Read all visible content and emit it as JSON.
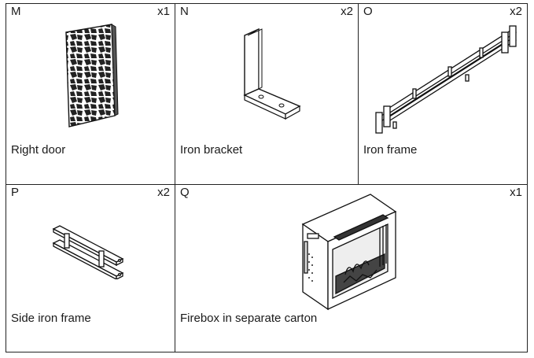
{
  "parts": [
    {
      "letter": "M",
      "qty": "x1",
      "name": "Right door"
    },
    {
      "letter": "N",
      "qty": "x2",
      "name": "Iron bracket"
    },
    {
      "letter": "O",
      "qty": "x2",
      "name": "Iron frame"
    },
    {
      "letter": "P",
      "qty": "x2",
      "name": "Side iron frame"
    },
    {
      "letter": "Q",
      "qty": "x1",
      "name": "Firebox in separate carton"
    }
  ]
}
